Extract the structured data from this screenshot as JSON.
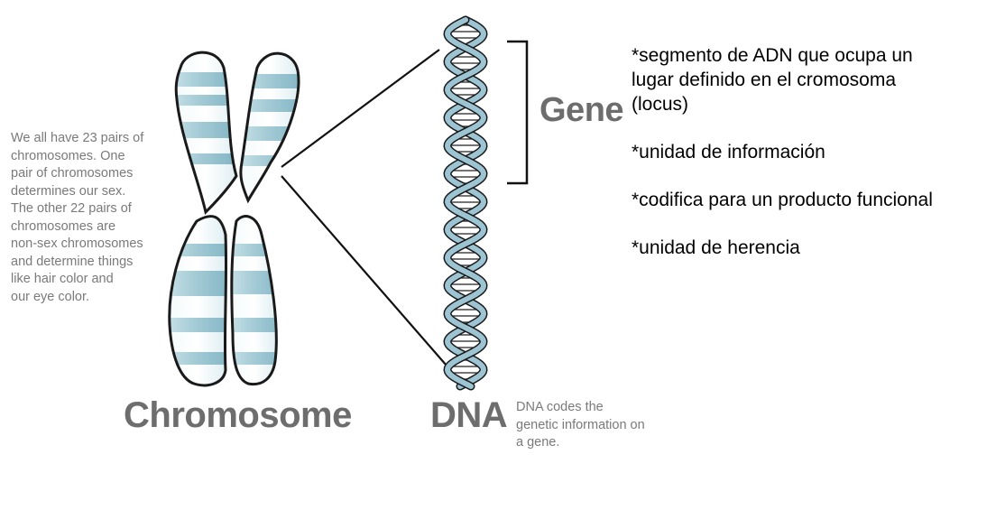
{
  "left_text": {
    "lines": [
      "We all have 23 pairs of",
      "chromosomes. One",
      "pair of chromosomes",
      "determines our sex.",
      "The other 22 pairs of",
      "chromosomes are",
      "non-sex chromosomes",
      "and determine things",
      "like hair color and",
      "our eye color."
    ]
  },
  "labels": {
    "chromosome": "Chromosome",
    "dna": "DNA",
    "gene": "Gene"
  },
  "dna_note": {
    "lines": [
      "DNA codes the",
      "genetic information on",
      "a gene."
    ]
  },
  "definitions": {
    "items": [
      [
        "*segmento de ADN que ocupa un",
        "lugar definido en el cromosoma",
        "(locus)"
      ],
      [
        "*unidad de información"
      ],
      [
        "*codifica para un producto funcional"
      ],
      [
        "*unidad de herencia"
      ]
    ]
  },
  "colors": {
    "chromosome_band": "#a9cfd9",
    "chromosome_light": "#e6f2f5",
    "outline": "#1a1a1a",
    "dna_strand": "#9cc4d2",
    "label_gray": "#6d6d6d",
    "note_gray": "#7a7a7a"
  }
}
